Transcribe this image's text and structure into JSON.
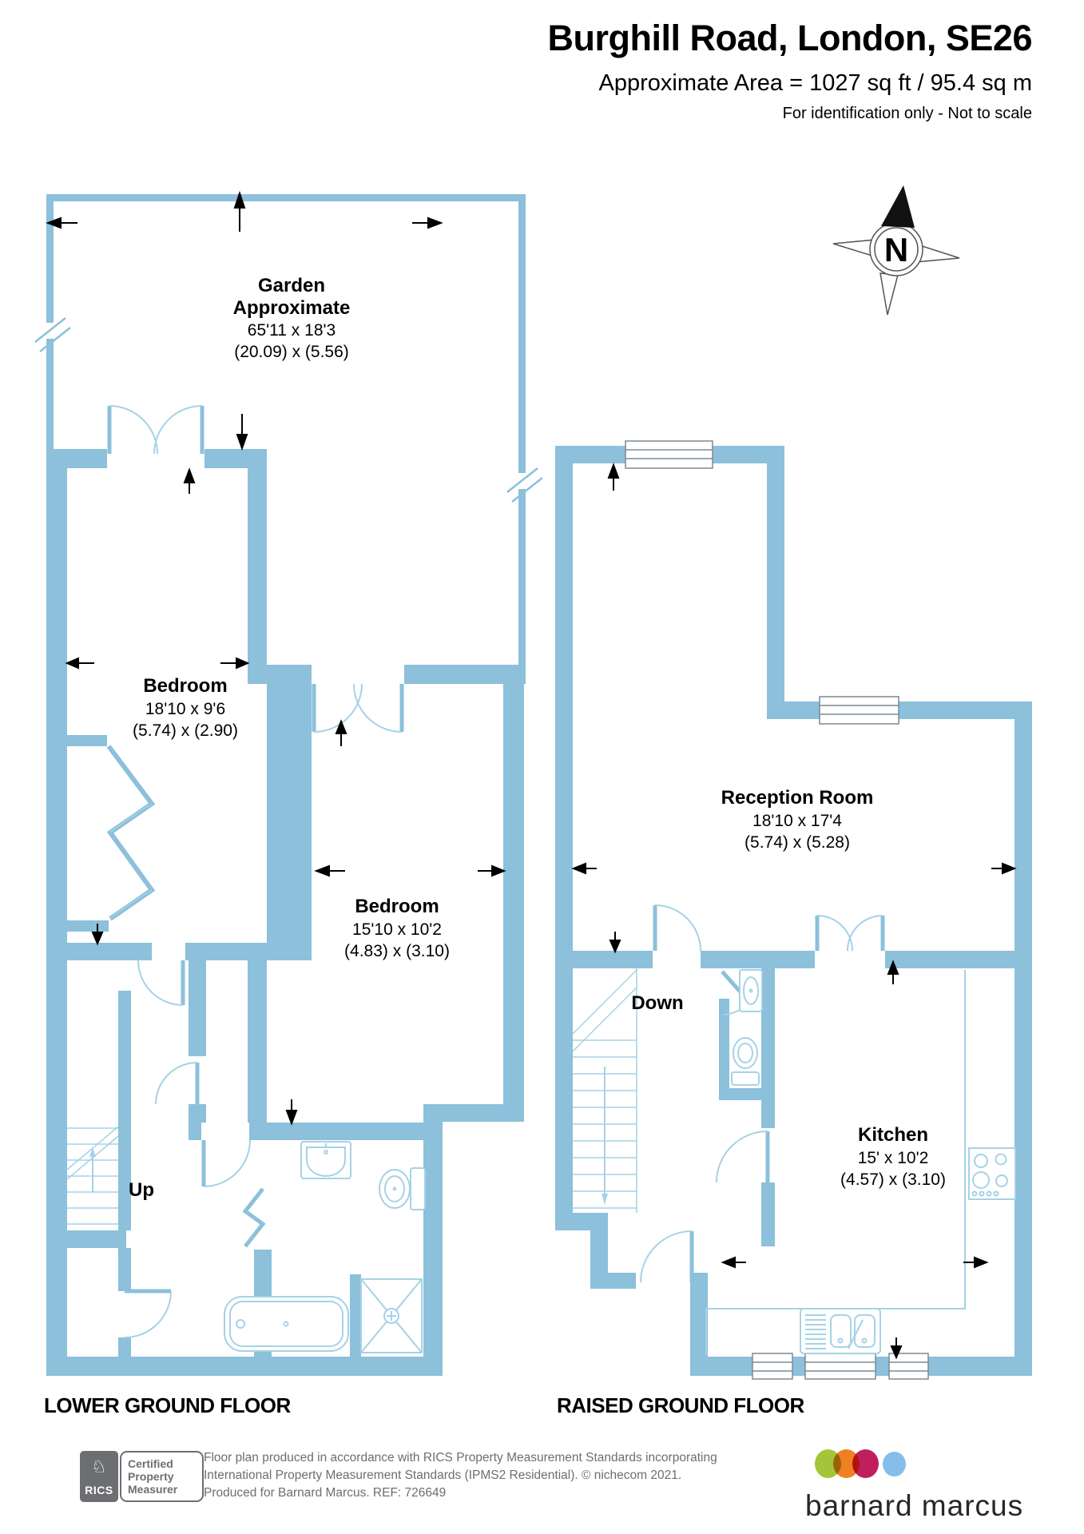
{
  "header": {
    "title": "Burghill Road, London, SE26",
    "area": "Approximate Area = 1027 sq ft / 95.4 sq m",
    "note": "For identification only - Not to scale"
  },
  "compass": {
    "north_label": "N"
  },
  "floors": {
    "lower": {
      "name": "LOWER GROUND FLOOR",
      "rooms": {
        "garden": {
          "name": "Garden",
          "qualifier": "Approximate",
          "dims_imperial": "65'11 x 18'3",
          "dims_metric": "(20.09) x (5.56)"
        },
        "bedroom1": {
          "name": "Bedroom",
          "dims_imperial": "18'10 x 9'6",
          "dims_metric": "(5.74) x (2.90)"
        },
        "bedroom2": {
          "name": "Bedroom",
          "dims_imperial": "15'10 x 10'2",
          "dims_metric": "(4.83) x (3.10)"
        },
        "stairs": {
          "label": "Up"
        }
      }
    },
    "raised": {
      "name": "RAISED GROUND FLOOR",
      "rooms": {
        "reception": {
          "name": "Reception Room",
          "dims_imperial": "18'10 x 17'4",
          "dims_metric": "(5.74) x (5.28)"
        },
        "kitchen": {
          "name": "Kitchen",
          "dims_imperial": "15' x 10'2",
          "dims_metric": "(4.57) x (3.10)"
        },
        "stairs": {
          "label": "Down"
        }
      }
    }
  },
  "footer": {
    "badge": {
      "org": "RICS",
      "line1": "Certified",
      "line2": "Property",
      "line3": "Measurer"
    },
    "disclaimer_line1": "Floor plan produced in accordance with RICS Property Measurement Standards incorporating",
    "disclaimer_line2": "International Property Measurement Standards (IPMS2 Residential).  © nichecom 2021.",
    "disclaimer_line3": "Produced for Barnard Marcus.   REF:  726649",
    "brand": "barnard marcus"
  },
  "icons": [
    "compass-north-icon",
    "dimension-arrow-icon",
    "break-mark-icon",
    "window-icon",
    "door-swing-icon",
    "french-doors-icon",
    "folding-doors-icon",
    "stairs-up-icon",
    "stairs-down-icon",
    "bath-icon",
    "shower-icon",
    "toilet-icon",
    "basin-icon",
    "kitchen-sink-icon",
    "hob-icon"
  ],
  "colors": {
    "wall": "#8cc0db",
    "fixture_line": "#a6d2e6",
    "footer_text": "#6d6e71",
    "brand_green": "#a3c53a",
    "brand_orange": "#ef8023",
    "brand_crimson": "#c01f5e",
    "brand_blue": "#85bfe9"
  }
}
